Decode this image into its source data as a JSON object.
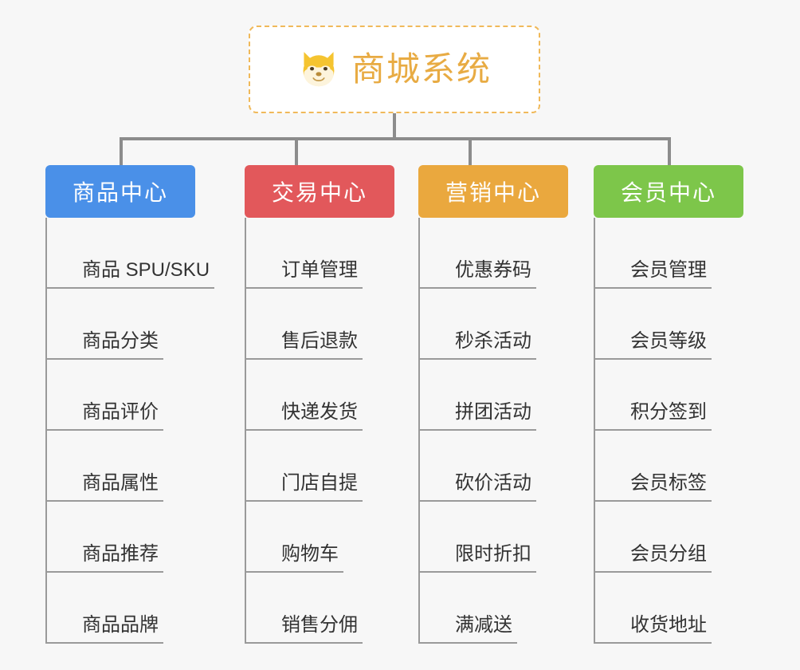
{
  "root": {
    "title": "商城系统",
    "icon": "shiba-dog-icon",
    "border_color": "#f0b95a",
    "text_color": "#e8ab43",
    "background": "#ffffff"
  },
  "canvas": {
    "background": "#f7f7f7",
    "connector_color": "#8c8c8c",
    "leaf_line_color": "#9a9a9a",
    "leaf_text_color": "#333333"
  },
  "columns": [
    {
      "title": "商品中心",
      "color": "#4a90e8",
      "items": [
        "商品 SPU/SKU",
        "商品分类",
        "商品评价",
        "商品属性",
        "商品推荐",
        "商品品牌"
      ]
    },
    {
      "title": "交易中心",
      "color": "#e2585b",
      "items": [
        "订单管理",
        "售后退款",
        "快递发货",
        "门店自提",
        "购物车",
        "销售分佣"
      ]
    },
    {
      "title": "营销中心",
      "color": "#eaa83e",
      "items": [
        "优惠券码",
        "秒杀活动",
        "拼团活动",
        "砍价活动",
        "限时折扣",
        "满减送"
      ]
    },
    {
      "title": "会员中心",
      "color": "#7dc64a",
      "items": [
        "会员管理",
        "会员等级",
        "积分签到",
        "会员标签",
        "会员分组",
        "收货地址"
      ]
    }
  ]
}
